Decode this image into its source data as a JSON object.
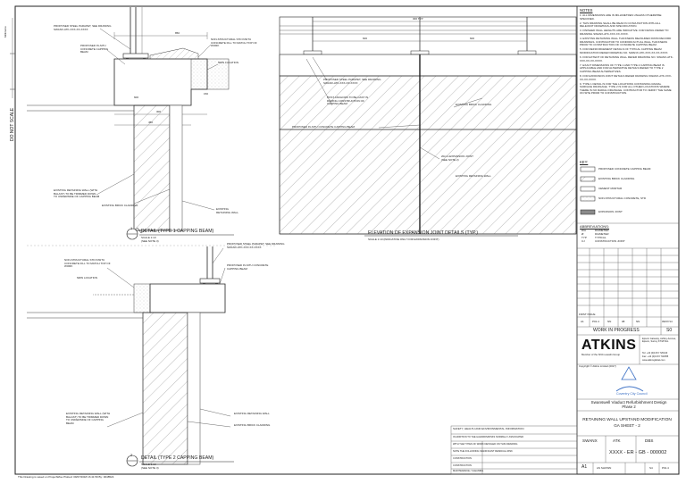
{
  "margin": {
    "do_not_scale": "DO NOT SCALE",
    "scale_caption": "Millimetre"
  },
  "detail1": {
    "number": "1",
    "title": "DETAIL (TYPE 1 CAPPING BEAM)",
    "scale": "SCALE 1:10",
    "note": "(SEE NOTE 3)",
    "labels": {
      "parapet": "PROPOSED STEEL PARAPET, SEE DRAWING SWANX-ATK-XXX-XX-XXXX",
      "capping": "PROPOSED IN-SITU CONCRETE CAPPING BEAM",
      "nonstruct": "NON-STRUCTURAL STD INSITU CONCRETE FILL TO MATCH TOP OF WORK",
      "nrw": "NRW LOCATION",
      "existing_wall": "EXISTING RETAINING WALL (WITH BALAST) TO BE TRIMMED DOWN TO UNDERSIDE OF CAPPING BEAM",
      "cladding": "EXISTING BRICK CLADDING",
      "existing_ret": "EXISTING RETAINING WALL"
    },
    "dims": [
      "850",
      "300",
      "450",
      "600",
      "150"
    ]
  },
  "detail2": {
    "number": "2",
    "title": "DETAIL (TYPE 2 CAPPING BEAM)",
    "scale": "SCALE 1:10",
    "note": "(SEE NOTE 3)",
    "labels": {
      "parapet": "PROPOSED STEEL PARAPET, SEE DRAWING SWANX-ATK-XXX-XX-XXXX",
      "capping": "PROPOSED IN-SITU CONCRETE CAPPING BEAM",
      "nonstruct": "NON-STRUCTURAL STD INSITU CONCRETE FILL TO MATCH TOP OF WORK",
      "nrw": "NRW LOCATION",
      "existing_wall": "EXISTING RETAINING WALL (WITH BALAST) TO BE TRIMMED DOWN TO UNDERSIDE OF CAPPING BEAM",
      "existing_ret": "EXISTING RETAINING WALL",
      "cladding": "EXISTING BRICK CLADDING"
    }
  },
  "elevation": {
    "title": "ELEVATION OF EXPANSION JOINT DETAILS (TYP.)",
    "subtitle": "SCALE 1:10 (INDICATIVE ONLY FOR EXPANSION JOINT)",
    "labels": {
      "parapet": "PROPOSED STEEL PARAPET, SEE DRAWING SWANX-ATK-XXX-XX-XXXX",
      "post": "POST ANCHORS TO BE CAST IN DURING CONSTRUCTION OF CAPPING BEAM",
      "capping": "PROPOSED IN-SITU CONCRETE CAPPING BEAM",
      "cladding": "EXISTING BRICK CLADDING",
      "joint": "20mm EXPANSION JOINT (SEE NOTE 2)",
      "retaining": "EXISTING RETAINING WALL"
    },
    "dims": [
      "300 TYP",
      "600",
      "600"
    ]
  },
  "notes": {
    "heading": "NOTES",
    "items": [
      "1. ALL DIMENSIONS ARE IN MILLIMETRES UNLESS OTHERWISE SPECIFIED.",
      "2. THIS DRAWING SHALL BE READ IN CONJUNCTION WITH ALL RELEVANT DRAWINGS AND SPECIFICATION.",
      "3. FINISHED WALL HEIGHTS ARE INDICATIVE. FOR DETAIL REFER TO DRAWING SWANX-ATK-XXX-XX-XXXX.",
      "4. EXISTING RETAINING WALL THICKNESS MEASURED FROM RECORD DRAWINGS. CONTRACTOR TO CONFIRM ACTUAL WALL THICKNESS PRIOR TO CONSTRUCTION OF CONCRETE CAPPING BEAM.",
      "5. FOR REINFORCEMENT DETAILS OF TYPICAL CAPPING BEAM MODIFICATION REFER DRAWING NO. SWANX-ATK-XXX-XX-XX-XXXX.",
      "6. FOR EXTENT OF RETAINING WALL REFER DRAWING NO. SWANX-ATK-XXX-XX-XX-XXXX.",
      "7. EXACT DIMENSIONS OF TYPE 1 AND TYPE 2 CAPPING BEAM IS APPLICABLE AND FOR ALTERNATIVE DETAILS REFER TO TYPE 2 CAPPING BEAM ALTERNATIVES.",
      "8. FOR EXPANSION JOINT DETAILS REFER DRAWING SWANX-ATK-XXX-XX-XX-XXXX.",
      "9. TYPE 1 DETAIL IS FOR THE LOCATIONS CONTAINING RADIAL SURFACE DRAINAGE. TYPE 2 IS FOR ALL OTHER LOCATIONS WHERE THERE IS NO RADIAL DRAINAGE. CONTRACTOR TO VERIFY THE SAME ON SITE PRIOR TO CONSTRUCTION."
    ]
  },
  "key": {
    "heading": "KEY:",
    "items": [
      {
        "label": "PROPOSED CONCRETE CAPPING BEAM",
        "swatch": "#ffffff"
      },
      {
        "label": "EXISTING BRICK CLADDING",
        "swatch": "#e8e8e8"
      },
      {
        "label": "CEMENT MORTAR",
        "swatch": "#ffffff"
      },
      {
        "label": "NON-STRUCTURAL CONCRETE, STD",
        "swatch": "#f4f4f4"
      },
      {
        "label": "EXPANSION JOINT",
        "swatch": "#8a8a8a"
      }
    ]
  },
  "abbreviations": {
    "heading": "ABBREVIATIONS:",
    "items": [
      {
        "code": "DIA",
        "meaning": "DIAMETER"
      },
      {
        "code": "Ø",
        "meaning": "DIAMETER"
      },
      {
        "code": "TYP",
        "meaning": "TYPICAL"
      },
      {
        "code": "CJ",
        "meaning": "CONSTRUCTION JOINT"
      }
    ]
  },
  "first_issue": {
    "label": "FIRST ISSUE",
    "cells": [
      "A1",
      "P01.4",
      "NN",
      "08",
      "NN",
      "09/07/14"
    ]
  },
  "status": {
    "label": "WORK IN PROGRESS",
    "code": "S0"
  },
  "atkins": {
    "logo": "ATKINS",
    "tagline": "Member of the SNC-Lavalin Group",
    "address": "Epsom Gateway, Ashley Avenue, Epsom, Surrey KT18 5AL",
    "tel": "Tel: +44 (0)1372 726140",
    "fax": "Fax: +44 (0)1372 740055",
    "web": "www.atkinsglobal.com",
    "copyright": "Copyright © Atkins Limited (2017)"
  },
  "client": {
    "name": "Coventry City Council"
  },
  "project": {
    "title": "Swanswell Viaduct Refurbishment Design",
    "phase": "Phase 2"
  },
  "drawing": {
    "title": "RETAINING WALL UPSTAND MODIFICATION",
    "subtitle": "GA SHEET - 2"
  },
  "drawing_number": {
    "project": "SWANX",
    "originator": "ATK",
    "volume": "DBS",
    "line2": "XXXX - ER - GB - 000002",
    "size": "A1",
    "scale": "AS SHOWN",
    "suitability": "S4",
    "revision": "P01.4"
  },
  "bottom_strip": {
    "header": "SAFETY, HEALTH AND ENVIRONMENTAL INFORMATION",
    "rows": [
      "IN ADDITION TO THE HAZARDS/RISKS NORMALLY ASSOCIATED",
      "WITH THE TYPES OF WORK DETAILED ON THIS DRAWING",
      "NOTE THE FOLLOWING SIGNIFICANT RESIDUAL RISK",
      "CONSTRUCTION",
      "CONSTRUCTION",
      "MAINTENANCE / CLEANING"
    ]
  },
  "footer": "This Drawing is saved on ProjectWise   Plotted: 09/07/2018 16:41:59  By: 0048524"
}
